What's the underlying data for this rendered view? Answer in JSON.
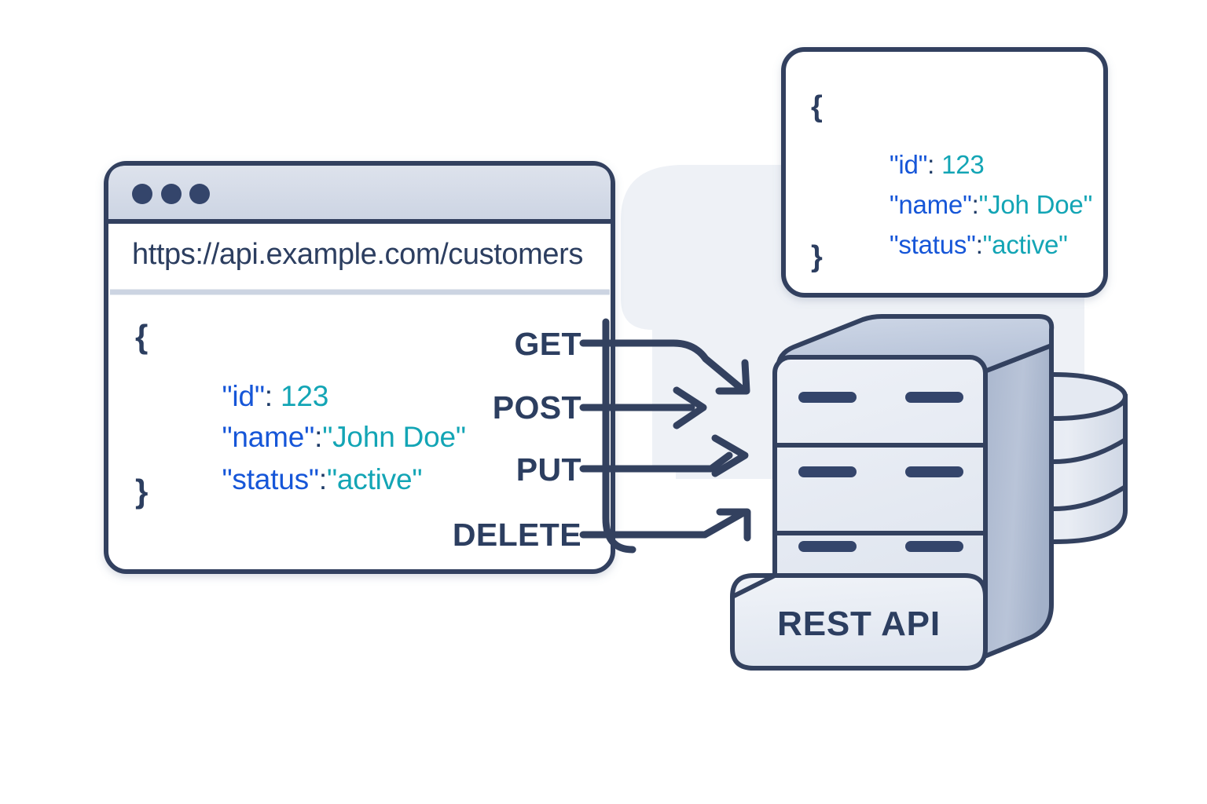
{
  "browser": {
    "url": "https://api.example.com/customers",
    "dots": [
      "dot-1",
      "dot-2",
      "dot-3"
    ],
    "json": {
      "open_brace": "{",
      "close_brace": "}",
      "lines": [
        {
          "key": "\"id\"",
          "sep": ":",
          "value": "123"
        },
        {
          "key": "\"name\"",
          "sep": ":",
          "value": "\"John Doe\""
        },
        {
          "key": "\"status\"",
          "sep": ":",
          "value": "\"active\""
        }
      ]
    }
  },
  "response_card": {
    "json": {
      "open_brace": "{",
      "close_brace": "}",
      "lines": [
        {
          "key": "\"id\"",
          "sep": ":",
          "value": "123"
        },
        {
          "key": "\"name\"",
          "sep": ":",
          "value": "\"Joh Doe\""
        },
        {
          "key": "\"status\"",
          "sep": ":",
          "value": "\"active\""
        }
      ]
    }
  },
  "methods": [
    {
      "label": "GET"
    },
    {
      "label": "POST"
    },
    {
      "label": "PUT"
    },
    {
      "label": "DELETE"
    }
  ],
  "server": {
    "label": "REST API",
    "slots": 3,
    "vents_per_slot": 2
  },
  "database": {
    "rings": 3
  },
  "colors": {
    "outline": "#33415f",
    "text_dark": "#2c3e60",
    "json_key": "#1656d8",
    "json_value": "#13a5b5",
    "json_punct": "#1d3a66",
    "titlebar": "#d5dbe8",
    "dot": "#34456b",
    "panel_light": "#e9edf5",
    "panel_mid": "#c3cddf",
    "panel_dark": "#9dabc4",
    "backdrop": "#eef1f6",
    "page_bg": "#ffffff"
  }
}
